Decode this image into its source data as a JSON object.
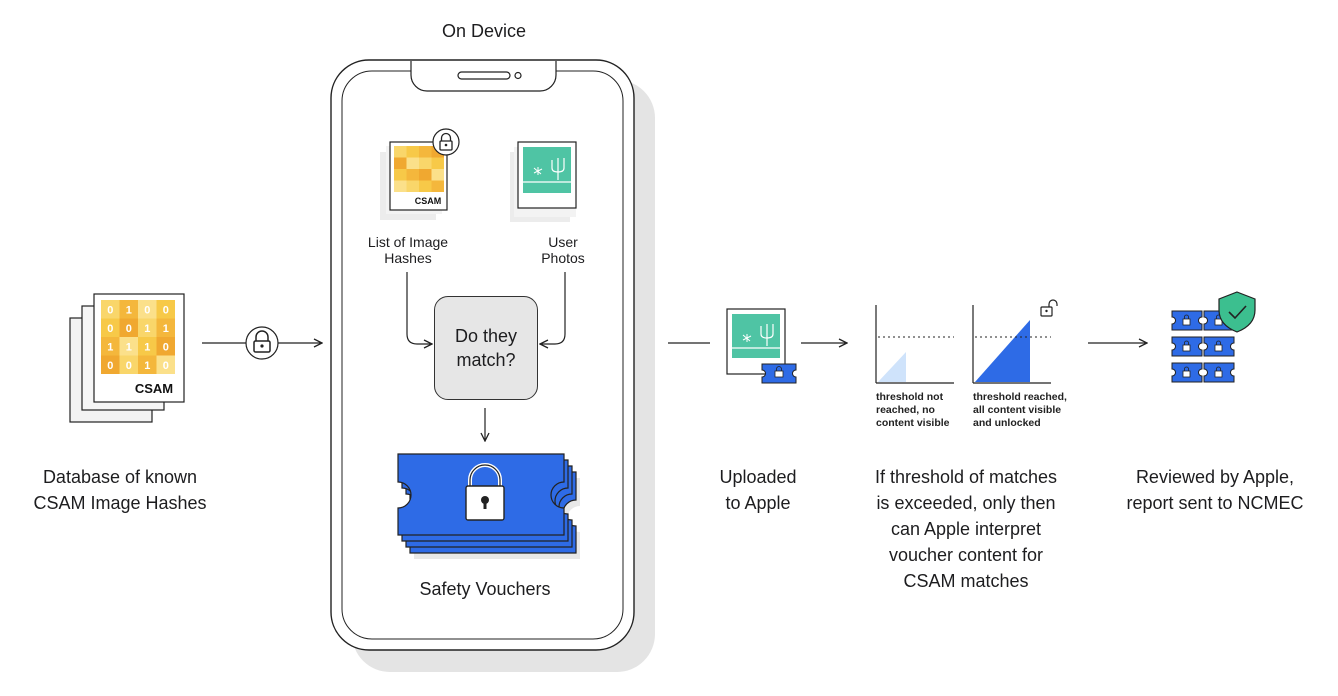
{
  "title": "On Device",
  "database": {
    "label_line1": "Database of known",
    "label_line2": "CSAM Image Hashes",
    "card_caption": "CSAM",
    "grid_digits": [
      "0",
      "1",
      "0",
      "0",
      "0",
      "0",
      "1",
      "1",
      "1",
      "1",
      "1",
      "0",
      "0",
      "0",
      "1",
      "0"
    ]
  },
  "device": {
    "hashes_card_caption": "CSAM",
    "hashes_label_line1": "List of Image",
    "hashes_label_line2": "Hashes",
    "photos_label_line1": "User",
    "photos_label_line2": "Photos",
    "match_line1": "Do they",
    "match_line2": "match?",
    "vouchers_label": "Safety Vouchers"
  },
  "upload": {
    "label_line1": "Uploaded",
    "label_line2": "to Apple"
  },
  "threshold": {
    "not_reached_line1": "threshold not",
    "not_reached_line2": "reached, no",
    "not_reached_line3": "content visible",
    "reached_line1": "threshold reached,",
    "reached_line2": "all content visible",
    "reached_line3": "and unlocked",
    "desc_line1": "If threshold of matches",
    "desc_line2": "is exceeded, only then",
    "desc_line3": "can Apple interpret",
    "desc_line4": "voucher content for",
    "desc_line5": "CSAM matches"
  },
  "review": {
    "label_line1": "Reviewed by Apple,",
    "label_line2": "report sent to NCMEC"
  },
  "colors": {
    "voucher_blue": "#2e6be6",
    "photo_green": "#4fc4a4",
    "csam_yellow": "#f7c948",
    "csam_orange": "#f0a830",
    "shield_green": "#3cbf8f",
    "light_blue": "#cfe3fb"
  },
  "icons": [
    "lock-icon",
    "unlock-icon",
    "shield-check-icon",
    "arrow-right-icon",
    "arrow-down-icon",
    "photo-icon",
    "voucher-icon"
  ]
}
